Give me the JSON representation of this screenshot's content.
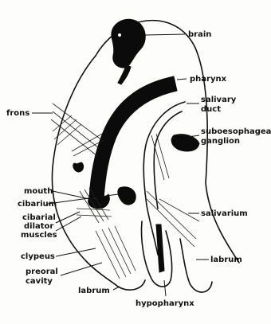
{
  "labels": {
    "brain": "brain",
    "pharynx": "pharynx",
    "salivary_duct_1": "salivary",
    "salivary_duct_2": "duct",
    "suboesophageal_1": "suboesophageal",
    "suboesophageal_2": "ganglion",
    "frons": "frons",
    "mouth": "mouth",
    "cibarium": "cibarium",
    "cibarial_1": "cibarial",
    "cibarial_2": "dilator",
    "cibarial_3": "muscles",
    "salivarium": "salivarium",
    "clypeus": "clypeus",
    "preoral_1": "preoral",
    "preoral_2": "cavity",
    "labrum_left": "labrum",
    "labrum_right": "labrum",
    "hypopharynx": "hypopharynx"
  },
  "colors": {
    "ink": "#0b0b0b",
    "paper": "#fdfdfb"
  }
}
